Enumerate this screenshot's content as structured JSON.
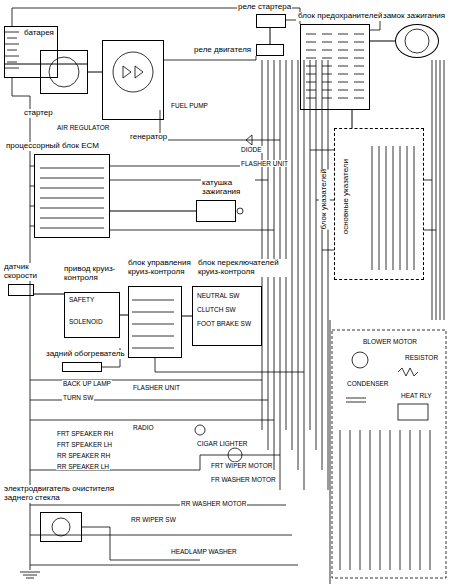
{
  "diagram": {
    "nodes": [
      {
        "text": [
          "батарея"
        ]
      },
      {
        "text": [
          "реле стартера"
        ]
      },
      {
        "text": [
          "блок предохранителей"
        ]
      },
      {
        "text": [
          "замок зажигания"
        ]
      },
      {
        "text": [
          "реле двигателя"
        ]
      },
      {
        "text": [
          "стартер"
        ]
      },
      {
        "text": [
          "генератор"
        ]
      },
      {
        "text": [
          "процессорный блок ECM"
        ]
      },
      {
        "text": [
          "катушка зажигания"
        ]
      },
      {
        "text": [
          "блок указателей",
          "основные указатели"
        ]
      },
      {
        "text": [
          "датчик скорости"
        ]
      },
      {
        "text": [
          "привод круиз-контроля"
        ]
      },
      {
        "text": [
          "блок управления круиз-контроля"
        ]
      },
      {
        "text": [
          "блок переключателей круиз-контроля"
        ]
      },
      {
        "text": [
          "задний обогреватель"
        ]
      },
      {
        "text": [
          "электродвигатель очистителя заднего стекла"
        ]
      }
    ],
    "edges": [
      {
        "from": 0,
        "to": 5,
        "arrow": "none"
      },
      {
        "from": 1,
        "to": 4,
        "arrow": "none"
      },
      {
        "from": 5,
        "to": 6,
        "arrow": "none"
      },
      {
        "from": 3,
        "to": 2,
        "arrow": "none"
      },
      {
        "from": 2,
        "to": 9,
        "arrow": "none"
      },
      {
        "from": 7,
        "to": 8,
        "arrow": "none"
      },
      {
        "from": 10,
        "to": 11,
        "arrow": "none"
      },
      {
        "from": 11,
        "to": 12,
        "arrow": "none"
      },
      {
        "from": 13,
        "to": 12,
        "arrow": "none"
      }
    ],
    "labels": [
      "FUEL PUMP",
      "AIR REGULATOR",
      "DIODE",
      "FLASHER UNIT",
      "SAFETY",
      "SOLENOID",
      "NEUTRAL SW",
      "CLUTCH SW",
      "FOOT BRAKE SW",
      "BACK UP LAMP",
      "TURN SW",
      "FLASHER UNIT",
      "RADIO",
      "FRT SPEAKER RH",
      "FRT SPEAKER LH",
      "RR SPEAKER RH",
      "RR SPEAKER LH",
      "CIGAR LIGHTER",
      "FRT WIPER MOTOR",
      "FR WASHER MOTOR",
      "RR WASHER MOTOR",
      "RR WIPER SW",
      "HEADLAMP WASHER",
      "BLOWER MOTOR",
      "RESISTOR",
      "CONDENSER",
      "HEAT RLY"
    ]
  }
}
